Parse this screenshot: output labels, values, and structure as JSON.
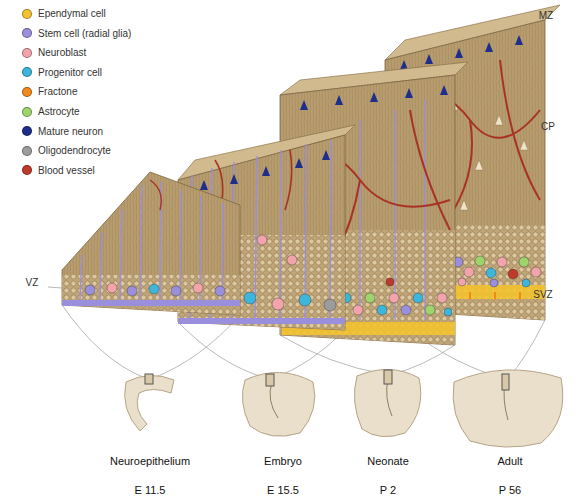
{
  "diagram": {
    "labels": [
      "MZ",
      "CP",
      "VZ",
      "SVZ",
      "Neuroepithelium",
      "E 11.5",
      "Embryo",
      "E 15.5",
      "Neonate",
      "P 2",
      "Adult",
      "P 56"
    ],
    "legend": [
      {
        "text": "Ependymal cell",
        "color": "#f2c230"
      },
      {
        "text": "Stem cell (radial glia)",
        "color": "#9a8fdc"
      },
      {
        "text": "Neuroblast",
        "color": "#f3a3ab"
      },
      {
        "text": "Progenitor cell",
        "color": "#3db6dc"
      },
      {
        "text": "Fractone",
        "color": "#f08a1c"
      },
      {
        "text": "Astrocyte",
        "color": "#9fd46c"
      },
      {
        "text": "Mature neuron",
        "color": "#1f2d8c"
      },
      {
        "text": "Oligodendrocyte",
        "color": "#9c9c9c"
      },
      {
        "text": "Blood vessel",
        "color": "#c0392b"
      }
    ]
  }
}
